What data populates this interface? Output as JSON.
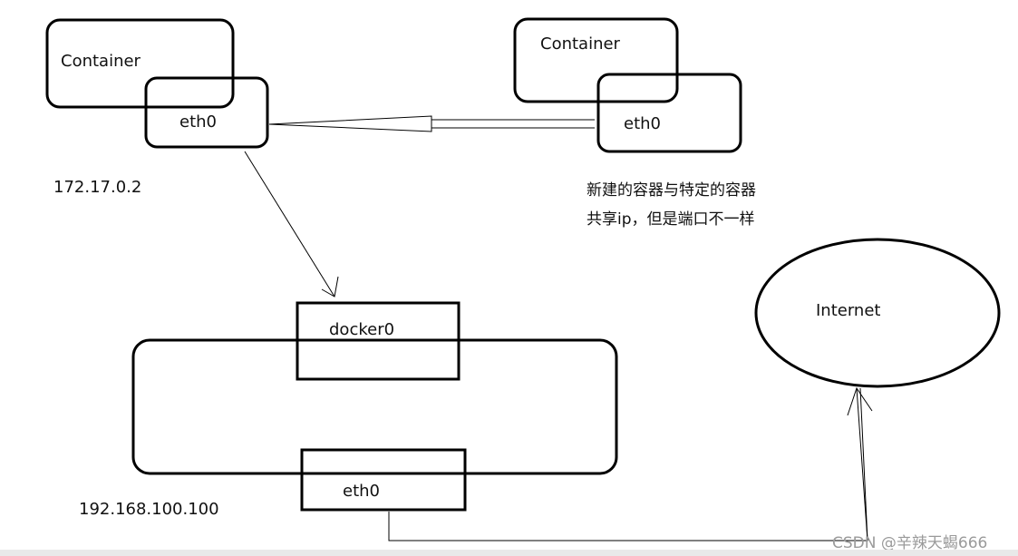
{
  "nodes": {
    "container_left_label": "Container",
    "container_right_label": "Container",
    "eth0_left_label": "eth0",
    "eth0_right_label": "eth0",
    "ip_container": "172.17.0.2",
    "docker0_label": "docker0",
    "eth0_host_label": "eth0",
    "ip_host": "192.168.100.100",
    "internet_label": "Internet"
  },
  "annotation": "新建的容器与特定的容器共享ip，但是端口不一样",
  "watermark": "CSDN @辛辣天蝎666"
}
